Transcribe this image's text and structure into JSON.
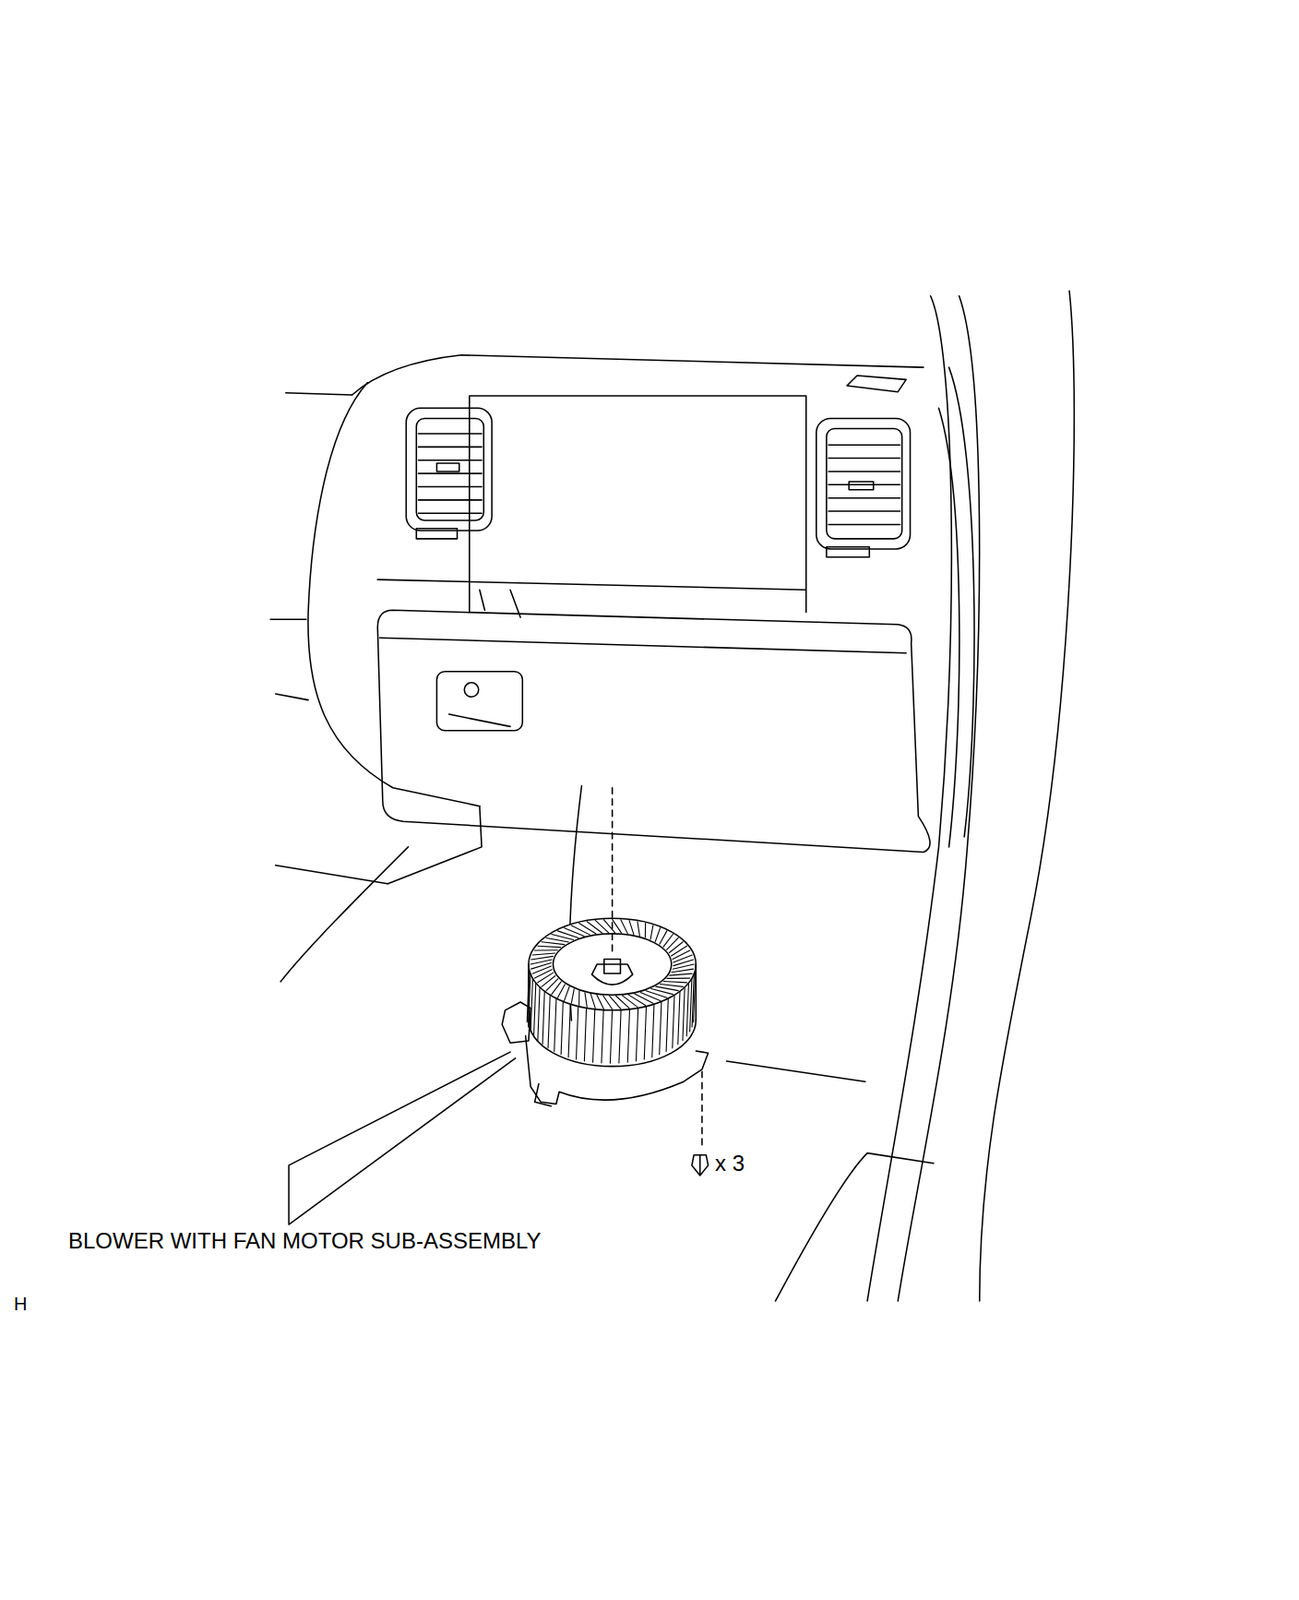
{
  "diagram": {
    "labels": [
      "BLOWER WITH FAN MOTOR SUB-ASSEMBLY",
      "x 3",
      "H"
    ]
  }
}
